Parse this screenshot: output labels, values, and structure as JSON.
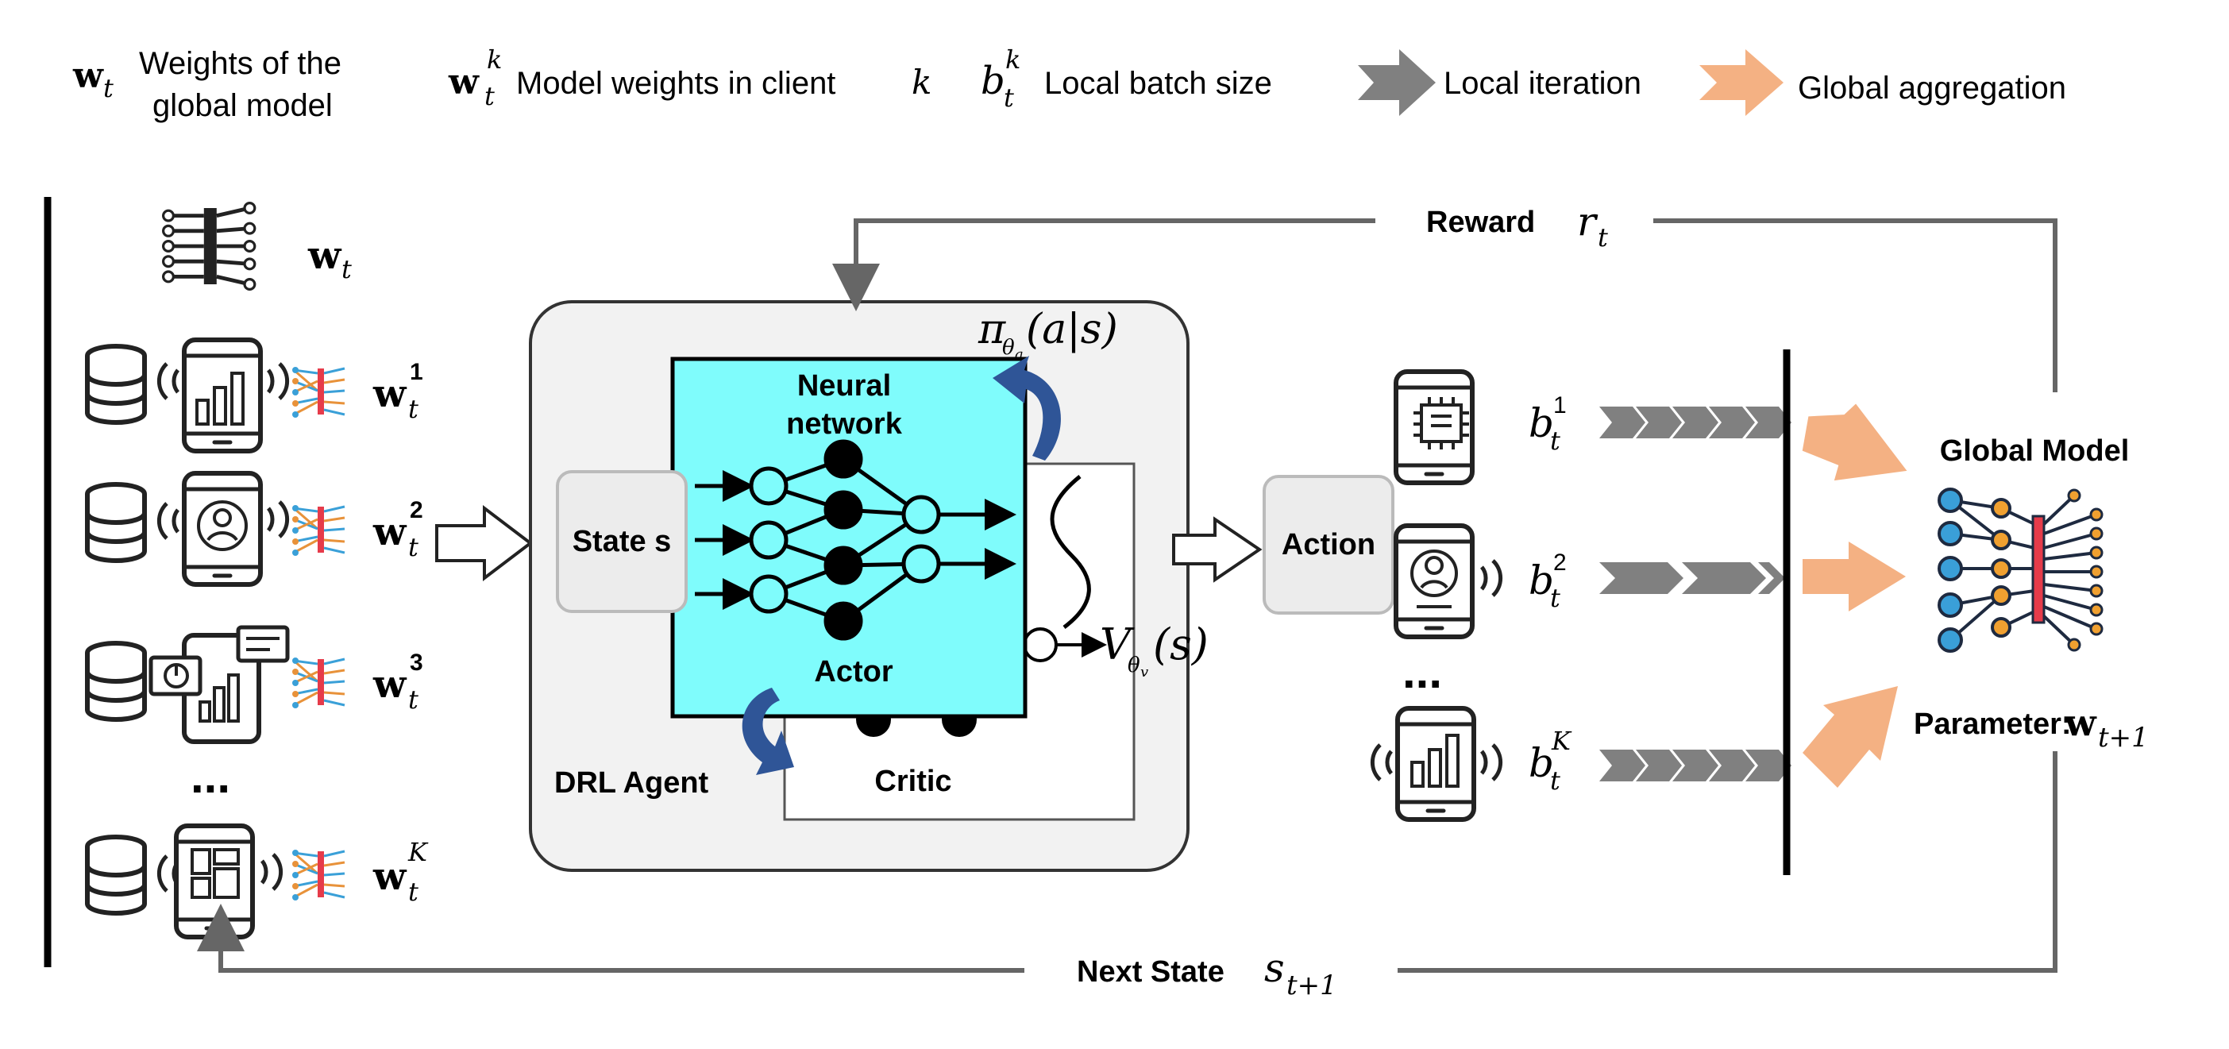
{
  "legend": {
    "w_t_symbol": "w",
    "w_t_sub": "t",
    "w_t_text_line1": "Weights of the",
    "w_t_text_line2": "global model",
    "w_k_symbol": "w",
    "w_k_sub": "t",
    "w_k_sup": "k",
    "w_k_text": "Model weights in client",
    "w_k_var": "k",
    "b_symbol": "b",
    "b_sub": "t",
    "b_sup": "k",
    "b_text": "Local batch size",
    "local_iteration": "Local iteration",
    "global_aggregation": "Global aggregation"
  },
  "clients": {
    "global_weight_symbol": "w",
    "global_weight_sub": "t",
    "items": [
      {
        "symbol": "w",
        "sub": "t",
        "sup": "1"
      },
      {
        "symbol": "w",
        "sub": "t",
        "sup": "2"
      },
      {
        "symbol": "w",
        "sub": "t",
        "sup": "3"
      },
      {
        "symbol": "w",
        "sub": "t",
        "sup": "K"
      }
    ],
    "ellipsis": "..."
  },
  "agent": {
    "title": "DRL Agent",
    "state_label": "State s",
    "neural_line1": "Neural",
    "neural_line2": "network",
    "actor_label": "Actor",
    "critic_label": "Critic",
    "policy_pi": "π",
    "policy_theta": "θ",
    "policy_a": "a",
    "policy_args": "(a|s)",
    "value_v": "V",
    "value_theta": "θ",
    "value_v_sub": "v",
    "value_args": "(s)"
  },
  "action": {
    "label": "Action",
    "batches": [
      {
        "symbol": "b",
        "sub": "t",
        "sup": "1"
      },
      {
        "symbol": "b",
        "sub": "t",
        "sup": "2"
      },
      {
        "symbol": "b",
        "sub": "t",
        "sup": "K"
      }
    ],
    "ellipsis": "..."
  },
  "global_model": {
    "title": "Global Model",
    "param_label": "Parameter:",
    "param_symbol": "w",
    "param_sub": "t+1"
  },
  "feedback": {
    "reward_label": "Reward",
    "reward_symbol": "r",
    "reward_sub": "t",
    "next_state_label": "Next State",
    "next_state_symbol": "s",
    "next_state_sub": "t+1"
  },
  "colors": {
    "gray_arrow": "#7f7f7f",
    "orange_arrow": "#f4b183",
    "cyan_box": "#7ffcfc",
    "agent_bg": "#f2f2f2",
    "box_bg": "#ececec",
    "line": "#666666",
    "curl": "#2f5597"
  }
}
